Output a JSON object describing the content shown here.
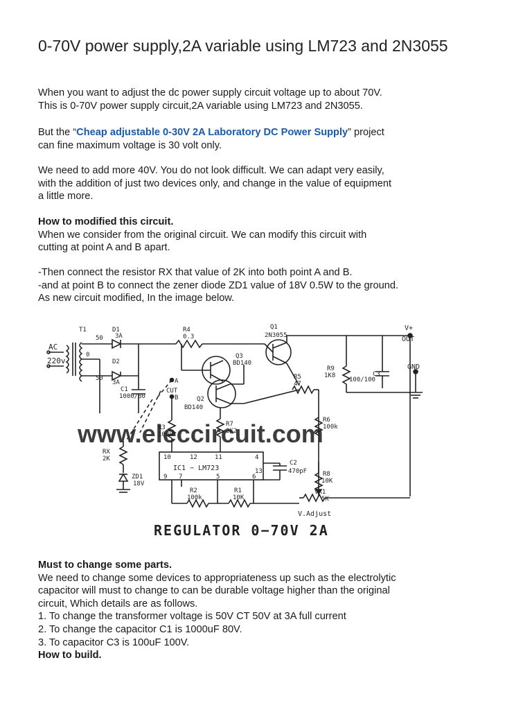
{
  "article": {
    "title": "0-70V power supply,2A variable using LM723 and 2N3055",
    "intro_lines": [
      "When you want to adjust the dc power supply circuit voltage up to about 70V.",
      "This is 0-70V power supply circuit,2A variable using LM723 and 2N3055."
    ],
    "p2_prefix": "But the “",
    "p2_link": "Cheap adjustable 0-30V 2A Laboratory DC Power Supply",
    "p2_suffix": "” project",
    "p2_line2": "can fine maximum voltage is 30 volt only.",
    "p3_lines": [
      "We need to add more 40V. You do not look difficult. We can adapt very easily,",
      "with the addition of just two devices only, and change in the value of equipment",
      "a little more."
    ],
    "h1": "How to modified this circuit.",
    "p4_lines": [
      "When we consider from the original circuit. We can modify this circuit with",
      "cutting at point A and B apart."
    ],
    "p5_lines": [
      "-Then connect the resistor RX that value of 2K into both point A and B.",
      "-and at point B to connect the zener diode ZD1 value of 18V 0.5W to the ground.",
      "As new circuit modified, In the image below."
    ],
    "h2": "Must to change some parts.",
    "p6_lines": [
      "We need to change some devices to appropriateness up such as the electrolytic",
      "capacitor will must to change to can be durable voltage higher than the original",
      "circuit, Which details are as follows.",
      "1. To change the transformer voltage is 50V CT 50V at 3A full current",
      "2. To change the capacitor C1 is 1000uF 80V.",
      "3. To capacitor C3 is 100uF 100V."
    ],
    "h3": "How to build."
  },
  "schematic": {
    "watermark": "www.eleccircuit.com",
    "caption": "REGULATOR 0−70V 2A",
    "labels": {
      "t1": "T1",
      "ac": "AC",
      "ac_v": "220v",
      "tap50a": "50",
      "tap0": "0",
      "tap50b": "50",
      "d1": "D1",
      "d1v": "3A",
      "d2": "D2",
      "d2v": "3A",
      "c1": "C1",
      "c1v": "1000/80",
      "r4": "R4",
      "r4v": "0.3",
      "q1": "Q1",
      "q1v": "2N3055",
      "q3": "Q3",
      "q3v": "BD140",
      "q2": "Q2",
      "q2v": "BD140",
      "pa": "A",
      "cut": "CUT",
      "pb": "B",
      "r5": "R5",
      "r5v": "47",
      "r9": "R9",
      "r9v": "1K8",
      "c3": "C3",
      "c3v": "100/100",
      "vplus": "V+",
      "out": "OUT",
      "gnd": "GND",
      "r3": "R3",
      "r3v": "100k",
      "r7": "R7",
      "r7v": "2K2",
      "r6": "R6",
      "r6v": "100k",
      "rx": "RX",
      "rxv": "2K",
      "zd1": "ZD1",
      "zd1v": "18V",
      "pin10": "10",
      "pin12": "12",
      "pin11": "11",
      "pin4": "4",
      "ic": "IC1 − LM723",
      "pin13": "13",
      "pin9": "9",
      "pin7": "7",
      "pin5": "5",
      "pin6": "6",
      "c2": "C2",
      "c2v": "470pF",
      "r8": "R8",
      "r8v": "10K",
      "r2": "R2",
      "r2v": "100k",
      "r1": "R1",
      "r1v": "10K",
      "vr1": "VR1",
      "vr1v": "5K",
      "vadj": "V.Adjust"
    }
  }
}
